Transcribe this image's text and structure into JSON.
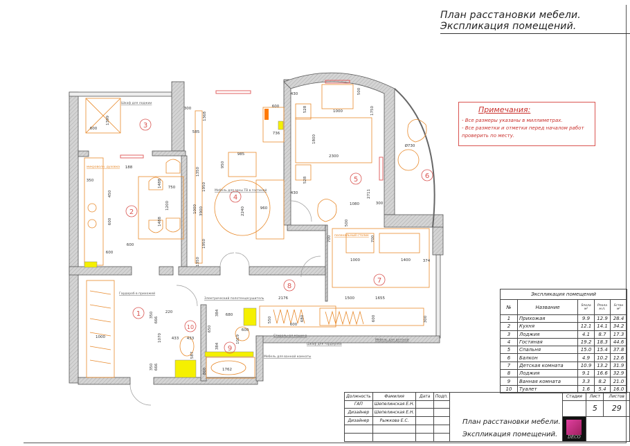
{
  "title": "План расстановки мебели. Экспликация помещений.",
  "notes": {
    "heading": "Примечания:",
    "lines": [
      "- Все размеры указаны в миллиметрах.",
      "- Все разметки и отметки перед началом работ проверить по месту."
    ]
  },
  "explication": {
    "title": "Экспликация помещений",
    "headers": {
      "num": "№",
      "name": "Название",
      "s_floor": "Sпола м²",
      "p_floor": "Pпола м.п.",
      "s_walls": "Sстен м²"
    },
    "rows": [
      {
        "num": "1",
        "name": "Прихожая",
        "s": "9.9",
        "p": "12.9",
        "w": "28.4"
      },
      {
        "num": "2",
        "name": "Кухня",
        "s": "12.1",
        "p": "14.1",
        "w": "34.2"
      },
      {
        "num": "3",
        "name": "Лоджия",
        "s": "4.1",
        "p": "8.7",
        "w": "17.3"
      },
      {
        "num": "4",
        "name": "Гостиная",
        "s": "19.2",
        "p": "18.3",
        "w": "44.6"
      },
      {
        "num": "5",
        "name": "Спальня",
        "s": "15.0",
        "p": "15.4",
        "w": "37.8"
      },
      {
        "num": "6",
        "name": "Балкон",
        "s": "4.9",
        "p": "10.2",
        "w": "12.6"
      },
      {
        "num": "7",
        "name": "Детская комната",
        "s": "10.9",
        "p": "13.2",
        "w": "31.9"
      },
      {
        "num": "8",
        "name": "Лоджия",
        "s": "9.1",
        "p": "16.6",
        "w": "32.9"
      },
      {
        "num": "9",
        "name": "Ванная комната",
        "s": "3.3",
        "p": "8.2",
        "w": "21.0"
      },
      {
        "num": "10",
        "name": "Туалет",
        "s": "1.6",
        "p": "5.4",
        "w": "16.0"
      }
    ]
  },
  "stamp": {
    "headers": [
      "Должность",
      "Фамилия",
      "Дата",
      "Подп."
    ],
    "people": [
      [
        "ГАП",
        "Шепелинская Е.Н."
      ],
      [
        "Дизайнер",
        "Шепелинская Е.Н."
      ],
      [
        "Дизайнер",
        "Рыжкова Е.С."
      ]
    ],
    "stage_label": "Стадия",
    "sheet_label": "Лист",
    "sheets_label": "Листов",
    "sheet": "5",
    "sheets": "29",
    "title_line1": "План расстановки мебели.",
    "title_line2": "Экспликация помещений.",
    "logo_text": "DECO"
  },
  "plan": {
    "rooms": [
      "1",
      "2",
      "3",
      "4",
      "5",
      "6",
      "7",
      "8",
      "9",
      "10"
    ],
    "labels": {
      "microwave": "микроволн. духовка",
      "changing_table": "пеленальный столик",
      "wardrobe_loggia": "Шкаф для лоджии",
      "hallway_wardrobe": "Гардероб в прихожей",
      "tv": "Мебель для зоны ТВ в гостиной",
      "washer": "Стиральная машина",
      "wardrobe8": "Шкаф для гардероба",
      "bathroom_furniture": "Мебель для ванной комнаты",
      "kids_furniture": "Мебель для детской",
      "heater": "Электрический полотенцесушитель"
    },
    "dims": [
      "1399",
      "600",
      "1488",
      "1488",
      "750",
      "1200",
      "600",
      "600",
      "350",
      "450",
      "600",
      "188",
      "1950",
      "1950",
      "1350",
      "1350",
      "3900",
      "1000",
      "950",
      "985",
      "2240",
      "960",
      "736",
      "600",
      "1368",
      "300",
      "585",
      "430",
      "430",
      "528",
      "528",
      "1000",
      "500",
      "1750",
      "1800",
      "2300",
      "2711",
      "1080",
      "300",
      "500",
      "Ø730",
      "700",
      "700",
      "1000",
      "1400",
      "374",
      "2176",
      "1500",
      "1655",
      "600",
      "550",
      "680",
      "600",
      "300",
      "1000",
      "1070",
      "666",
      "666",
      "350",
      "350",
      "220",
      "433",
      "433",
      "587",
      "384",
      "384",
      "680",
      "650",
      "600",
      "1019",
      "800",
      "1762"
    ]
  }
}
